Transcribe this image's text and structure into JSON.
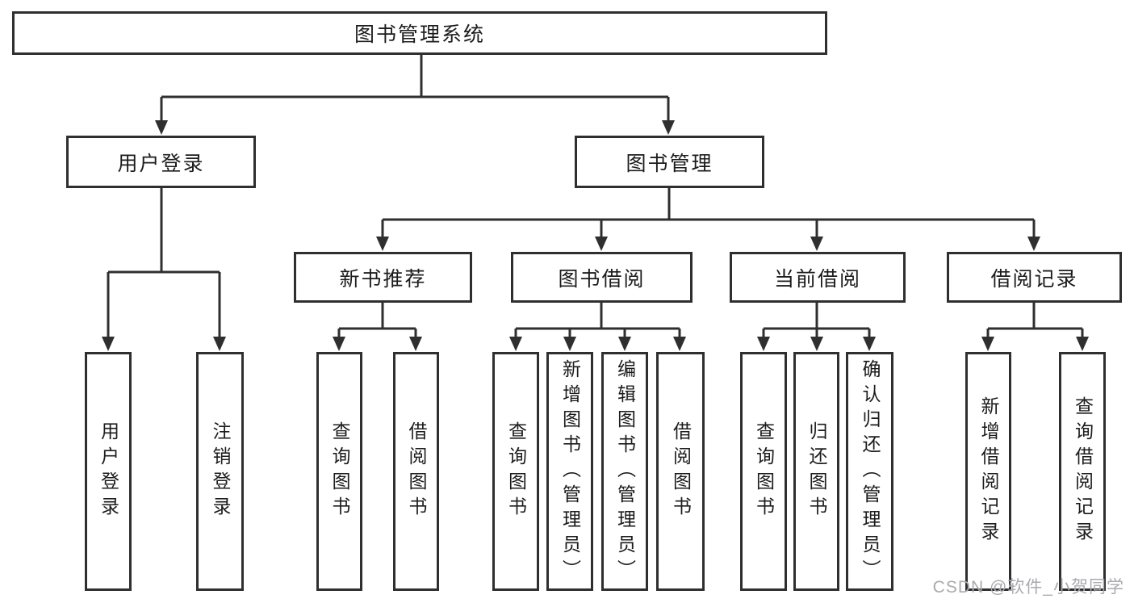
{
  "diagram": {
    "watermark": "CSDN @软件_小贺同学",
    "colors": {
      "line": "#2f2f2f",
      "text": "#1c1c1c",
      "background": "#ffffff",
      "watermark": "#aaaaae"
    },
    "tree": {
      "label": "图书管理系统",
      "children": [
        {
          "label": "用户登录",
          "children": [
            {
              "label": "用户登录"
            },
            {
              "label": "注销登录"
            }
          ]
        },
        {
          "label": "图书管理",
          "children": [
            {
              "label": "新书推荐",
              "children": [
                {
                  "label": "查询图书"
                },
                {
                  "label": "借阅图书"
                }
              ]
            },
            {
              "label": "图书借阅",
              "children": [
                {
                  "label": "查询图书"
                },
                {
                  "label": "新增图书（管理员）"
                },
                {
                  "label": "编辑图书（管理员）"
                },
                {
                  "label": "借阅图书"
                }
              ]
            },
            {
              "label": "当前借阅",
              "children": [
                {
                  "label": "查询图书"
                },
                {
                  "label": "归还图书"
                },
                {
                  "label": "确认归还（管理员）"
                }
              ]
            },
            {
              "label": "借阅记录",
              "children": [
                {
                  "label": "新增借阅记录"
                },
                {
                  "label": "查询借阅记录"
                }
              ]
            }
          ]
        }
      ]
    }
  }
}
